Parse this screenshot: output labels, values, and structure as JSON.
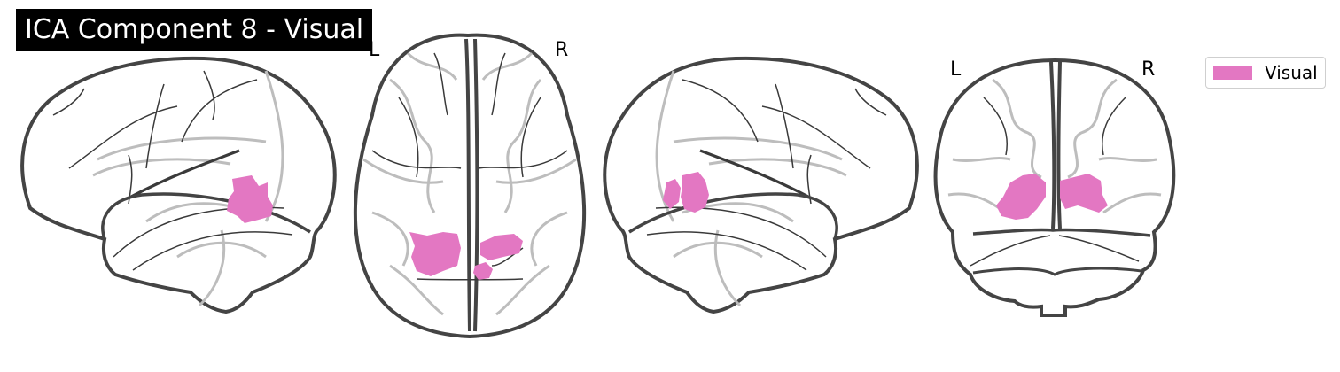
{
  "title": "ICA Component 8 - Visual",
  "orientation_labels": {
    "axial_left": "L",
    "axial_right": "R",
    "coronal_left": "L",
    "coronal_right": "R"
  },
  "legend": {
    "label": "Visual",
    "color": "#e377c2"
  },
  "colors": {
    "outline": "#444444",
    "sulci_dark": "#3a3a3a",
    "sulci_light": "#bdbdbd",
    "activation": "#e377c2"
  },
  "views": [
    "left sagittal",
    "axial",
    "right sagittal",
    "coronal"
  ]
}
